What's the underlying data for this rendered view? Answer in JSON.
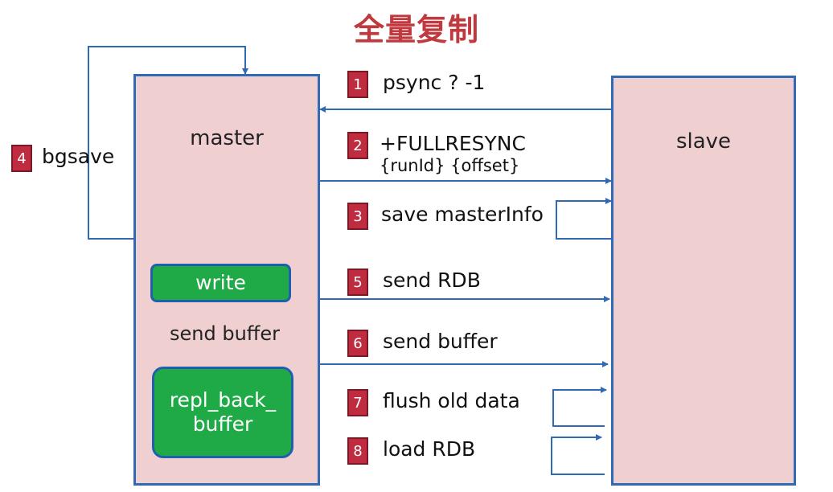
{
  "title": "全量复制",
  "master": {
    "label": "master"
  },
  "slave": {
    "label": "slave"
  },
  "buffer": {
    "write_label": "write",
    "send_buffer_label": "send buffer",
    "repl_label": "repl_back_\nbuffer"
  },
  "bgsave": {
    "number": "4",
    "label": "bgsave"
  },
  "steps": [
    {
      "number": "1",
      "label": "psync ? -1"
    },
    {
      "number": "2",
      "label": "+FULLRESYNC",
      "sublabel": "{runId} {offset}"
    },
    {
      "number": "3",
      "label": "save masterInfo"
    },
    {
      "number": "5",
      "label": "send RDB"
    },
    {
      "number": "6",
      "label": "send buffer"
    },
    {
      "number": "7",
      "label": "flush old data"
    },
    {
      "number": "8",
      "label": "load RDB"
    }
  ],
  "colors": {
    "accent_title": "#c0393f",
    "box_fill": "#efcfcf",
    "line": "#2f6ab3",
    "green": "#1faa47",
    "badge": "#bf2c40"
  }
}
